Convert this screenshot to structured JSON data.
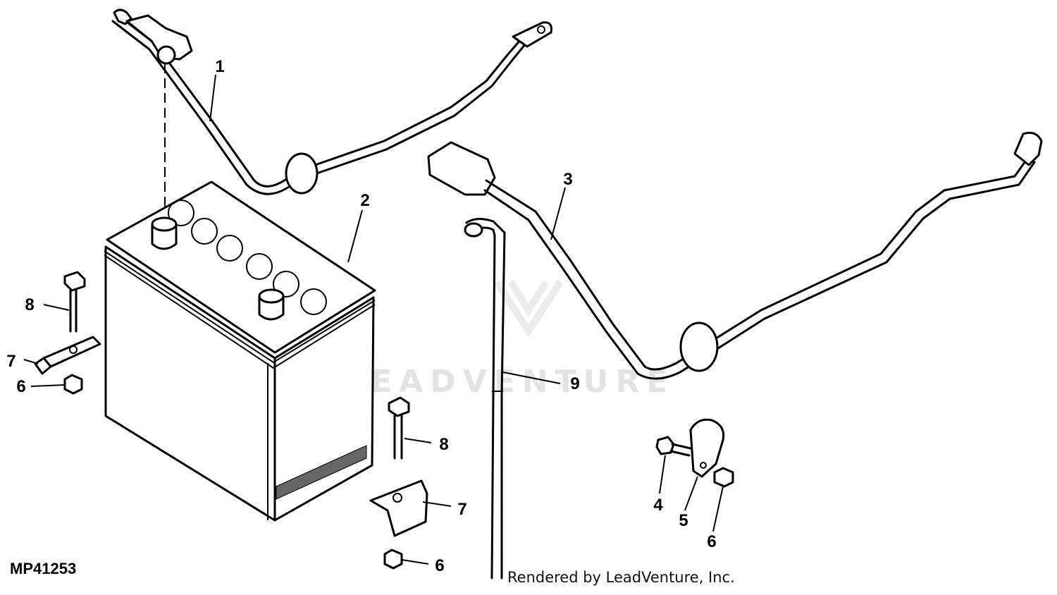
{
  "figure_id": "MP41253",
  "credit": "Rendered by LeadVenture, Inc.",
  "watermark": "LEADVENTURE",
  "callouts": {
    "c1": "1",
    "c2": "2",
    "c3": "3",
    "c4": "4",
    "c5": "5",
    "c6_left": "6",
    "c6_bottom": "6",
    "c6_right": "6",
    "c7_left": "7",
    "c7_right": "7",
    "c8_left": "8",
    "c8_right": "8",
    "c9": "9"
  }
}
